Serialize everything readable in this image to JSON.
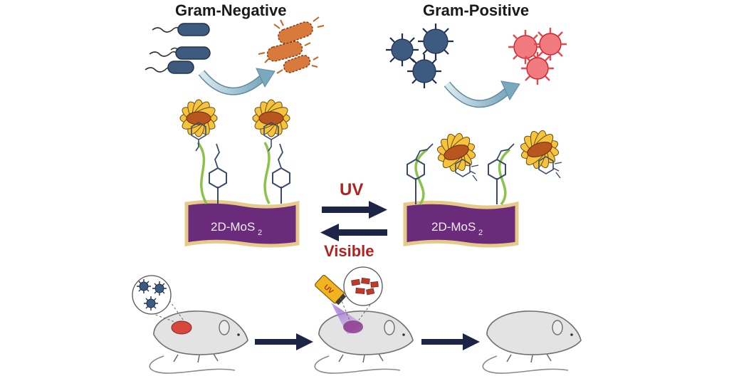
{
  "titles": {
    "left": "Gram-Negative",
    "right": "Gram-Positive"
  },
  "labels": {
    "uv": "UV",
    "visible": "Visible",
    "substrate_main": "2D-MoS",
    "substrate_subscript": "2",
    "lamp_text": "UV"
  },
  "colors": {
    "title": "#1a1a1a",
    "switch_label": "#b32020",
    "substrate_fill": "#6a2c7a",
    "substrate_edge": "#e7c98a",
    "arrow": "#1d2547",
    "petal": "#f5c43c",
    "flower_center": "#b7561f",
    "gram_negative_before": "#3e5a7c",
    "gram_negative_after": "#d87a3c",
    "gram_positive_before": "#3d5a80",
    "gram_positive_after": "#e8474e",
    "polymer": "#8bc34a",
    "mouse_body": "#e3e3e3",
    "infection": "#d8473b"
  }
}
